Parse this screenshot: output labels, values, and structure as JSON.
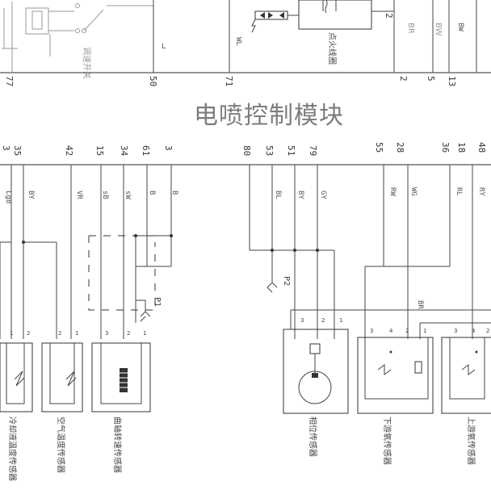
{
  "module": {
    "title": "电喷控制模块"
  },
  "top_pins": [
    "77",
    "50",
    "71",
    "2",
    "5",
    "13"
  ],
  "top_wires": [
    "L",
    "WL",
    "BR",
    "BW",
    "BW"
  ],
  "top_labels": {
    "switch": "调速开关",
    "coil": "点火线圈"
  },
  "pins": [
    "35",
    "42",
    "15",
    "34",
    "61",
    "3",
    "80",
    "53",
    "51",
    "79",
    "55",
    "28",
    "36",
    "18",
    "48"
  ],
  "wires": [
    "LgB",
    "BY",
    "VR",
    "sB",
    "sW",
    "B",
    "B",
    "BL",
    "BY",
    "GY",
    "RW",
    "WG",
    "RL",
    "RY"
  ],
  "shields": [
    "P1",
    "P2"
  ],
  "wire_br": "BR",
  "connector_pins": [
    "1",
    "2",
    "2",
    "1",
    "3",
    "2",
    "1",
    "3",
    "2",
    "1",
    "3",
    "4",
    "2",
    "1",
    "3",
    "4",
    "2"
  ],
  "sensors": [
    "冷却液温度传感器",
    "空气温度传感器",
    "曲轴转速传感器",
    "相位传感器",
    "下游氧传感器",
    "上游氧传感器"
  ]
}
